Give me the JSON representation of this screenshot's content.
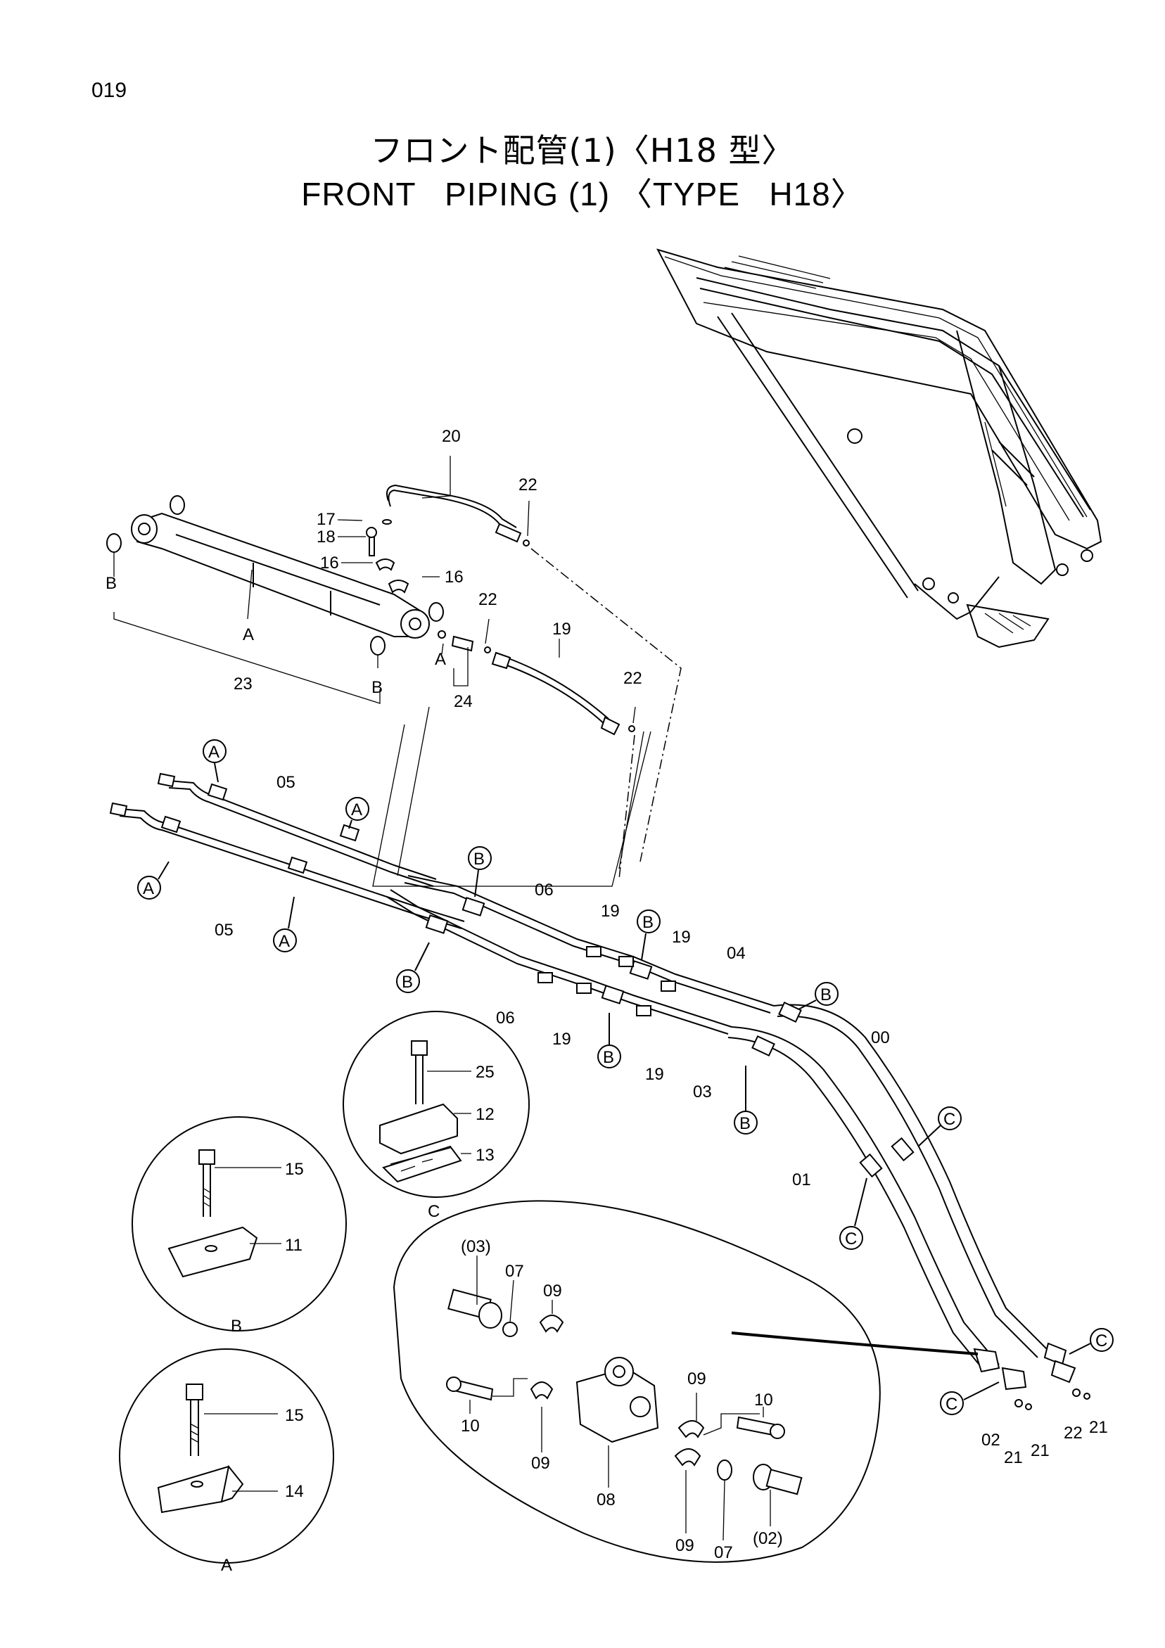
{
  "page_number": "019",
  "title_jp": "フロント配管(1)〈H18 型〉",
  "title_en": "FRONT   PIPING (1) 〈TYPE   H18〉",
  "callouts": {
    "n00": "00",
    "n01": "01",
    "n02": "02",
    "n03": "03",
    "n04": "04",
    "n05a": "05",
    "n05b": "05",
    "n06a": "06",
    "n06b": "06",
    "n07a": "07",
    "n07b": "07",
    "n08": "08",
    "n09a": "09",
    "n09b": "09",
    "n09c": "09",
    "n09d": "09",
    "n10a": "10",
    "n10b": "10",
    "n11": "11",
    "n12": "12",
    "n13": "13",
    "n14": "14",
    "n15a": "15",
    "n15b": "15",
    "n16a": "16",
    "n16b": "16",
    "n17": "17",
    "n18": "18",
    "n19a": "19",
    "n19b": "19",
    "n19c": "19",
    "n19d": "19",
    "n19e": "19",
    "n20": "20",
    "n21a": "21",
    "n21b": "21",
    "n21c": "21",
    "n22a": "22",
    "n22b": "22",
    "n22c": "22",
    "n22d": "22",
    "n23": "23",
    "n24": "24",
    "n25": "25",
    "n03p": "(03)",
    "n02p": "(02)"
  },
  "ref_letters": {
    "a": "A",
    "b": "B",
    "c": "C"
  },
  "detail_labels": {
    "detail_a": "A",
    "detail_b": "B",
    "detail_c": "C"
  }
}
